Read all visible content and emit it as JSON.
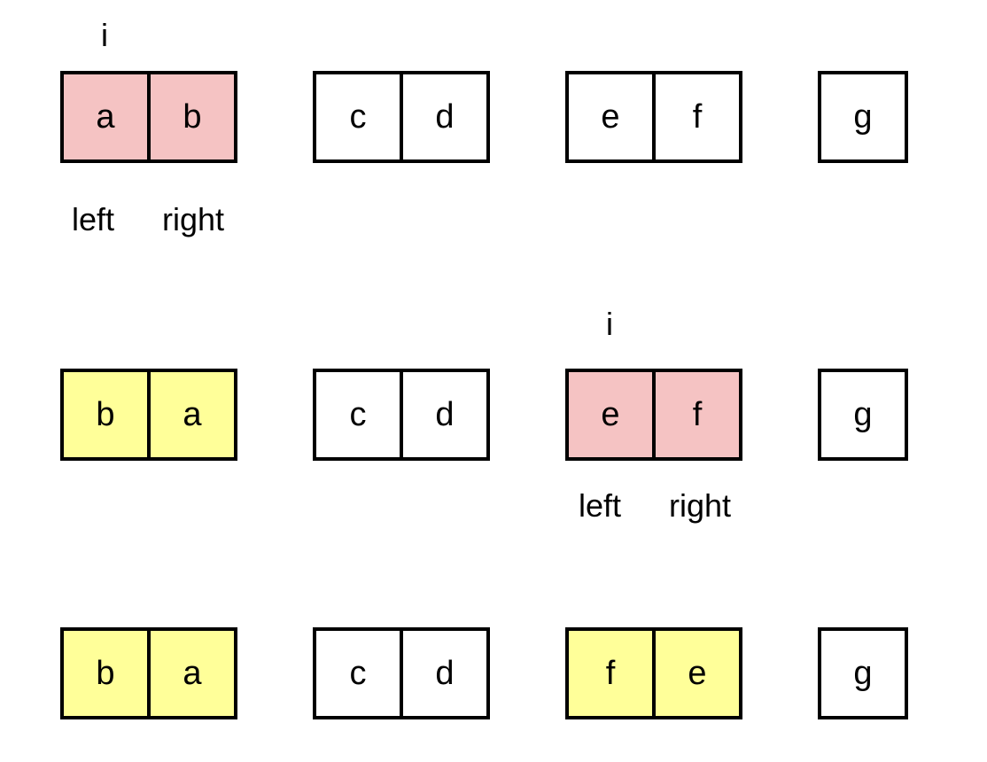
{
  "colors": {
    "pointer_highlight": "#f5c3c3",
    "swapped_highlight": "#ffff99",
    "default": "#ffffff",
    "border": "#000000"
  },
  "rows": [
    {
      "groups": [
        {
          "cells": [
            "a",
            "b"
          ],
          "state": "pointer"
        },
        {
          "cells": [
            "c",
            "d"
          ],
          "state": "default"
        },
        {
          "cells": [
            "e",
            "f"
          ],
          "state": "default"
        },
        {
          "cells": [
            "g"
          ],
          "state": "default"
        }
      ],
      "index_label": "i",
      "left_label": "left",
      "right_label": "right"
    },
    {
      "groups": [
        {
          "cells": [
            "b",
            "a"
          ],
          "state": "swapped"
        },
        {
          "cells": [
            "c",
            "d"
          ],
          "state": "default"
        },
        {
          "cells": [
            "e",
            "f"
          ],
          "state": "pointer"
        },
        {
          "cells": [
            "g"
          ],
          "state": "default"
        }
      ],
      "index_label": "i",
      "left_label": "left",
      "right_label": "right"
    },
    {
      "groups": [
        {
          "cells": [
            "b",
            "a"
          ],
          "state": "swapped"
        },
        {
          "cells": [
            "c",
            "d"
          ],
          "state": "default"
        },
        {
          "cells": [
            "f",
            "e"
          ],
          "state": "swapped"
        },
        {
          "cells": [
            "g"
          ],
          "state": "default"
        }
      ]
    }
  ]
}
